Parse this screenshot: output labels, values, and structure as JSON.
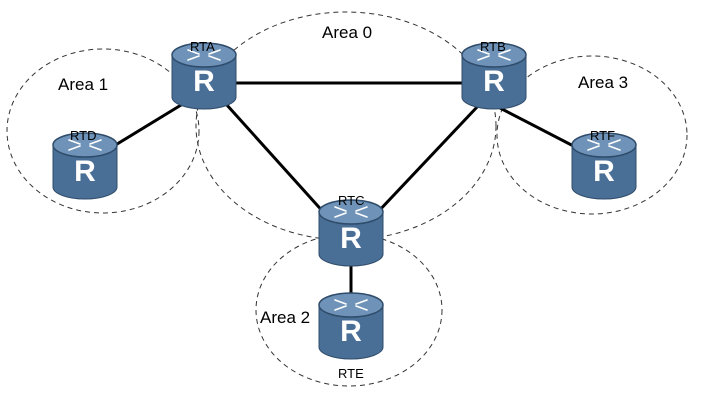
{
  "areas": [
    {
      "id": "area0",
      "label": "Area 0"
    },
    {
      "id": "area1",
      "label": "Area 1"
    },
    {
      "id": "area2",
      "label": "Area 2"
    },
    {
      "id": "area3",
      "label": "Area 3"
    }
  ],
  "routers": [
    {
      "id": "rta",
      "label": "RTA",
      "icon_letter": "R"
    },
    {
      "id": "rtb",
      "label": "RTB",
      "icon_letter": "R"
    },
    {
      "id": "rtc",
      "label": "RTC",
      "icon_letter": "R"
    },
    {
      "id": "rtd",
      "label": "RTD",
      "icon_letter": "R"
    },
    {
      "id": "rte",
      "label": "RTE",
      "icon_letter": "R"
    },
    {
      "id": "rtf",
      "label": "RTF",
      "icon_letter": "R"
    }
  ],
  "links": [
    {
      "from": "RTA",
      "to": "RTB"
    },
    {
      "from": "RTA",
      "to": "RTC"
    },
    {
      "from": "RTB",
      "to": "RTC"
    },
    {
      "from": "RTA",
      "to": "RTD"
    },
    {
      "from": "RTB",
      "to": "RTF"
    },
    {
      "from": "RTC",
      "to": "RTE"
    }
  ],
  "colors": {
    "router_body": "#4a6f96",
    "router_top": "#6f93b8",
    "router_top_edge": "#2f4c6b",
    "router_letter": "#ffffff",
    "link": "#000000",
    "area_boundary": "#333333"
  }
}
